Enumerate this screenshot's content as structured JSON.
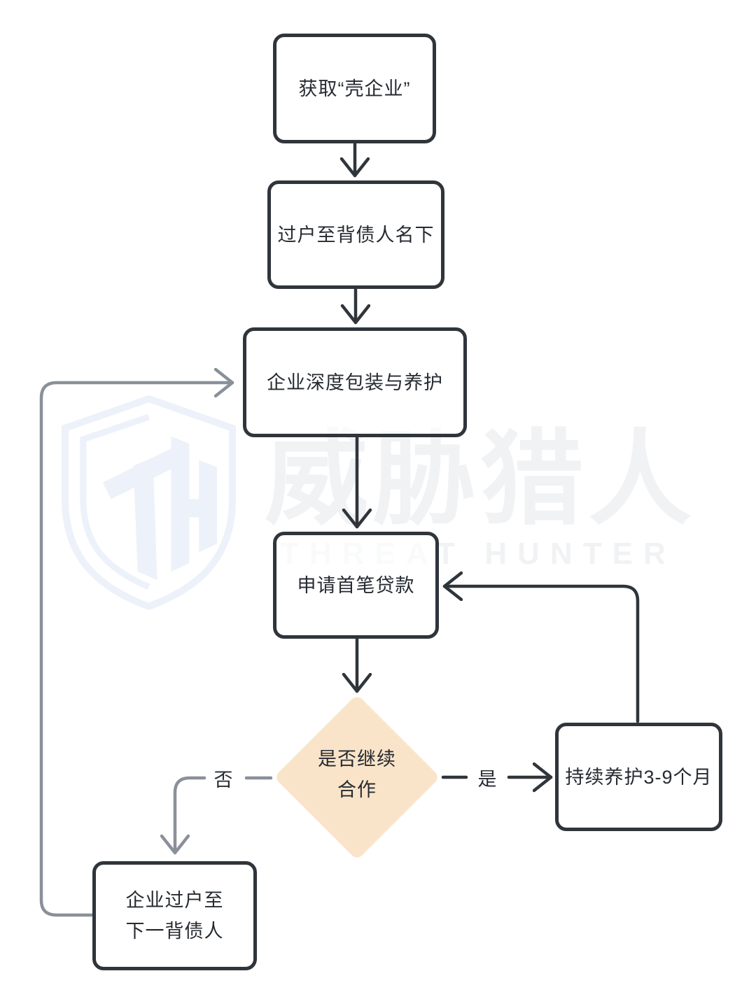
{
  "colors": {
    "node_border": "#2F353B",
    "node_text": "#262B31",
    "decision_fill": "#FAE4C9",
    "dark_line": "#2F353B",
    "gray_line": "#8A9099",
    "watermark_blue": "#EDF1FA",
    "watermark_gray": "#F1F2F4",
    "canvas_bg": "#FFFFFF"
  },
  "watermark": {
    "logo_icon": "threat-hunter-shield-th-monogram",
    "cn": "威胁猎人",
    "en": "THREAT HUNTER"
  },
  "nodes": {
    "obtain_shell": {
      "label": "获取“壳企业”"
    },
    "transfer_debtor": {
      "label": "过户至背债人名下"
    },
    "packaging": {
      "label": "企业深度包装与养护"
    },
    "first_loan": {
      "label": "申请首笔贷款"
    },
    "decision": {
      "line1": "是否继续",
      "line2": "合作"
    },
    "maintain_months": {
      "label": "持续养护3-9个月"
    },
    "transfer_next": {
      "line1": "企业过户至",
      "line2": "下一背债人"
    }
  },
  "edges": {
    "yes_label": "是",
    "no_label": "否"
  }
}
